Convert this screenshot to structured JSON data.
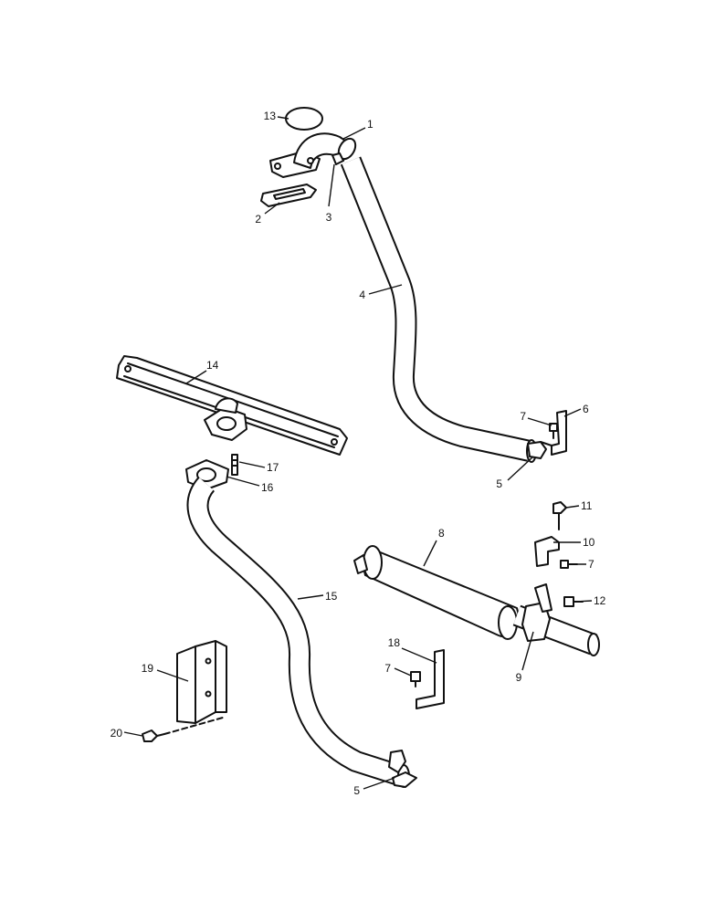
{
  "callouts": [
    "1",
    "2",
    "3",
    "4",
    "5",
    "6",
    "7",
    "8",
    "9",
    "10",
    "11",
    "12",
    "13",
    "14",
    "15",
    "16",
    "17",
    "18",
    "19",
    "20"
  ],
  "labels": [
    {
      "id": "13",
      "text": "13"
    },
    {
      "id": "1",
      "text": "1"
    },
    {
      "id": "2",
      "text": "2"
    },
    {
      "id": "3",
      "text": "3"
    },
    {
      "id": "4",
      "text": "4"
    },
    {
      "id": "14",
      "text": "14"
    },
    {
      "id": "7a",
      "text": "7"
    },
    {
      "id": "6",
      "text": "6"
    },
    {
      "id": "5a",
      "text": "5"
    },
    {
      "id": "17",
      "text": "17"
    },
    {
      "id": "16",
      "text": "16"
    },
    {
      "id": "11",
      "text": "11"
    },
    {
      "id": "8",
      "text": "8"
    },
    {
      "id": "10",
      "text": "10"
    },
    {
      "id": "7b",
      "text": "7"
    },
    {
      "id": "15",
      "text": "15"
    },
    {
      "id": "12",
      "text": "12"
    },
    {
      "id": "18",
      "text": "18"
    },
    {
      "id": "19",
      "text": "19"
    },
    {
      "id": "7c",
      "text": "7"
    },
    {
      "id": "9",
      "text": "9"
    },
    {
      "id": "20",
      "text": "20"
    },
    {
      "id": "5b",
      "text": "5"
    }
  ]
}
